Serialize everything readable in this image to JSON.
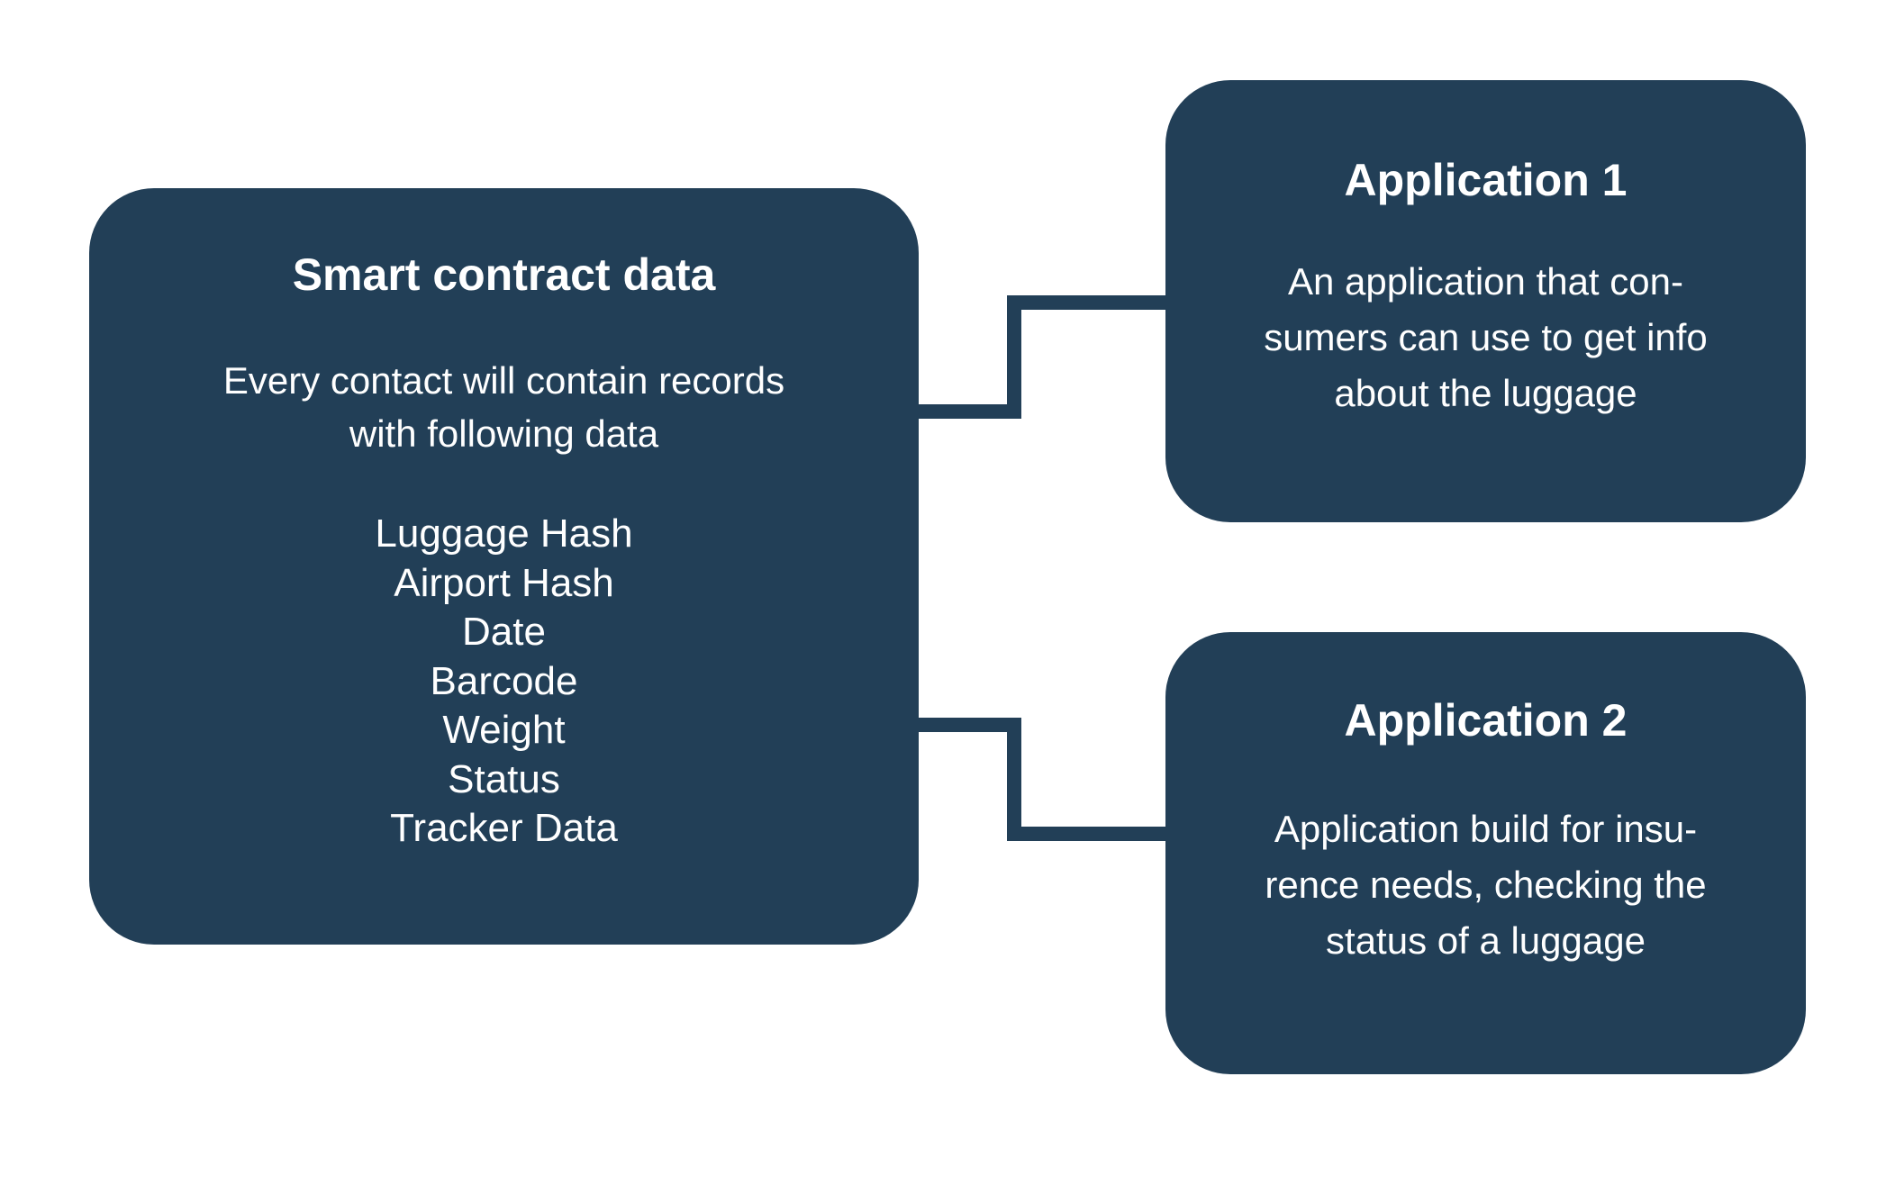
{
  "diagram": {
    "colors": {
      "box_fill": "#223f57",
      "text": "#ffffff",
      "connector": "#223f57",
      "background": "#ffffff"
    },
    "main": {
      "title": "Smart contract data",
      "description_lines": [
        "Every contact will contain records",
        "with following data"
      ],
      "fields": [
        "Luggage Hash",
        "Airport Hash",
        "Date",
        "Barcode",
        "Weight",
        "Status",
        "Tracker Data"
      ]
    },
    "app1": {
      "title": "Application 1",
      "description_lines": [
        "An application that con-",
        "sumers can use to get info",
        "about the luggage"
      ]
    },
    "app2": {
      "title": "Application 2",
      "description_lines": [
        "Application build for insu-",
        "rence needs, checking the",
        "status of a luggage"
      ]
    },
    "connections": [
      {
        "from": "Smart contract data",
        "to": "Application 1"
      },
      {
        "from": "Smart contract data",
        "to": "Application 2"
      }
    ]
  }
}
